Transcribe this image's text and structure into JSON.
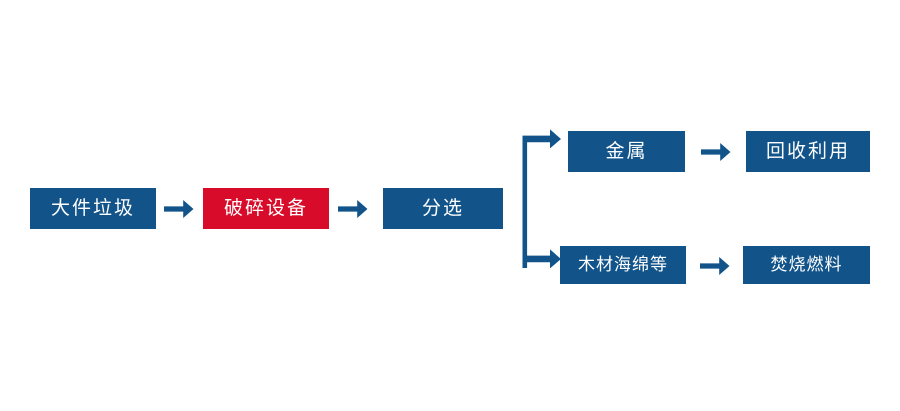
{
  "diagram": {
    "title": "bulky-waste-processing-flow",
    "colors": {
      "primary_blue": "#12548a",
      "highlight_red": "#d80c2a",
      "text": "#ffffff",
      "background": "#ffffff"
    },
    "nodes": [
      {
        "id": "n1",
        "label": "大件垃圾",
        "color": "blue",
        "row": "main"
      },
      {
        "id": "n2",
        "label": "破碎设备",
        "color": "red",
        "row": "main"
      },
      {
        "id": "n3",
        "label": "分选",
        "color": "blue",
        "row": "main"
      },
      {
        "id": "n4",
        "label": "金属",
        "color": "blue",
        "row": "top-branch"
      },
      {
        "id": "n5",
        "label": "回收利用",
        "color": "blue",
        "row": "top-branch"
      },
      {
        "id": "n6",
        "label": "木材海绵等",
        "color": "blue",
        "row": "bottom-branch"
      },
      {
        "id": "n7",
        "label": "焚烧燃料",
        "color": "blue",
        "row": "bottom-branch"
      }
    ],
    "arrows": [
      {
        "id": "a1",
        "from": "n1",
        "to": "n2",
        "glyph": "→"
      },
      {
        "id": "a2",
        "from": "n2",
        "to": "n3",
        "glyph": "→"
      },
      {
        "id": "a3",
        "from": "n4",
        "to": "n5",
        "glyph": "→"
      },
      {
        "id": "a4",
        "from": "n6",
        "to": "n7",
        "glyph": "→"
      }
    ],
    "branch": {
      "id": "split",
      "from": "n3",
      "to": [
        "n4",
        "n6"
      ],
      "description": "vertical-split-connector"
    }
  }
}
